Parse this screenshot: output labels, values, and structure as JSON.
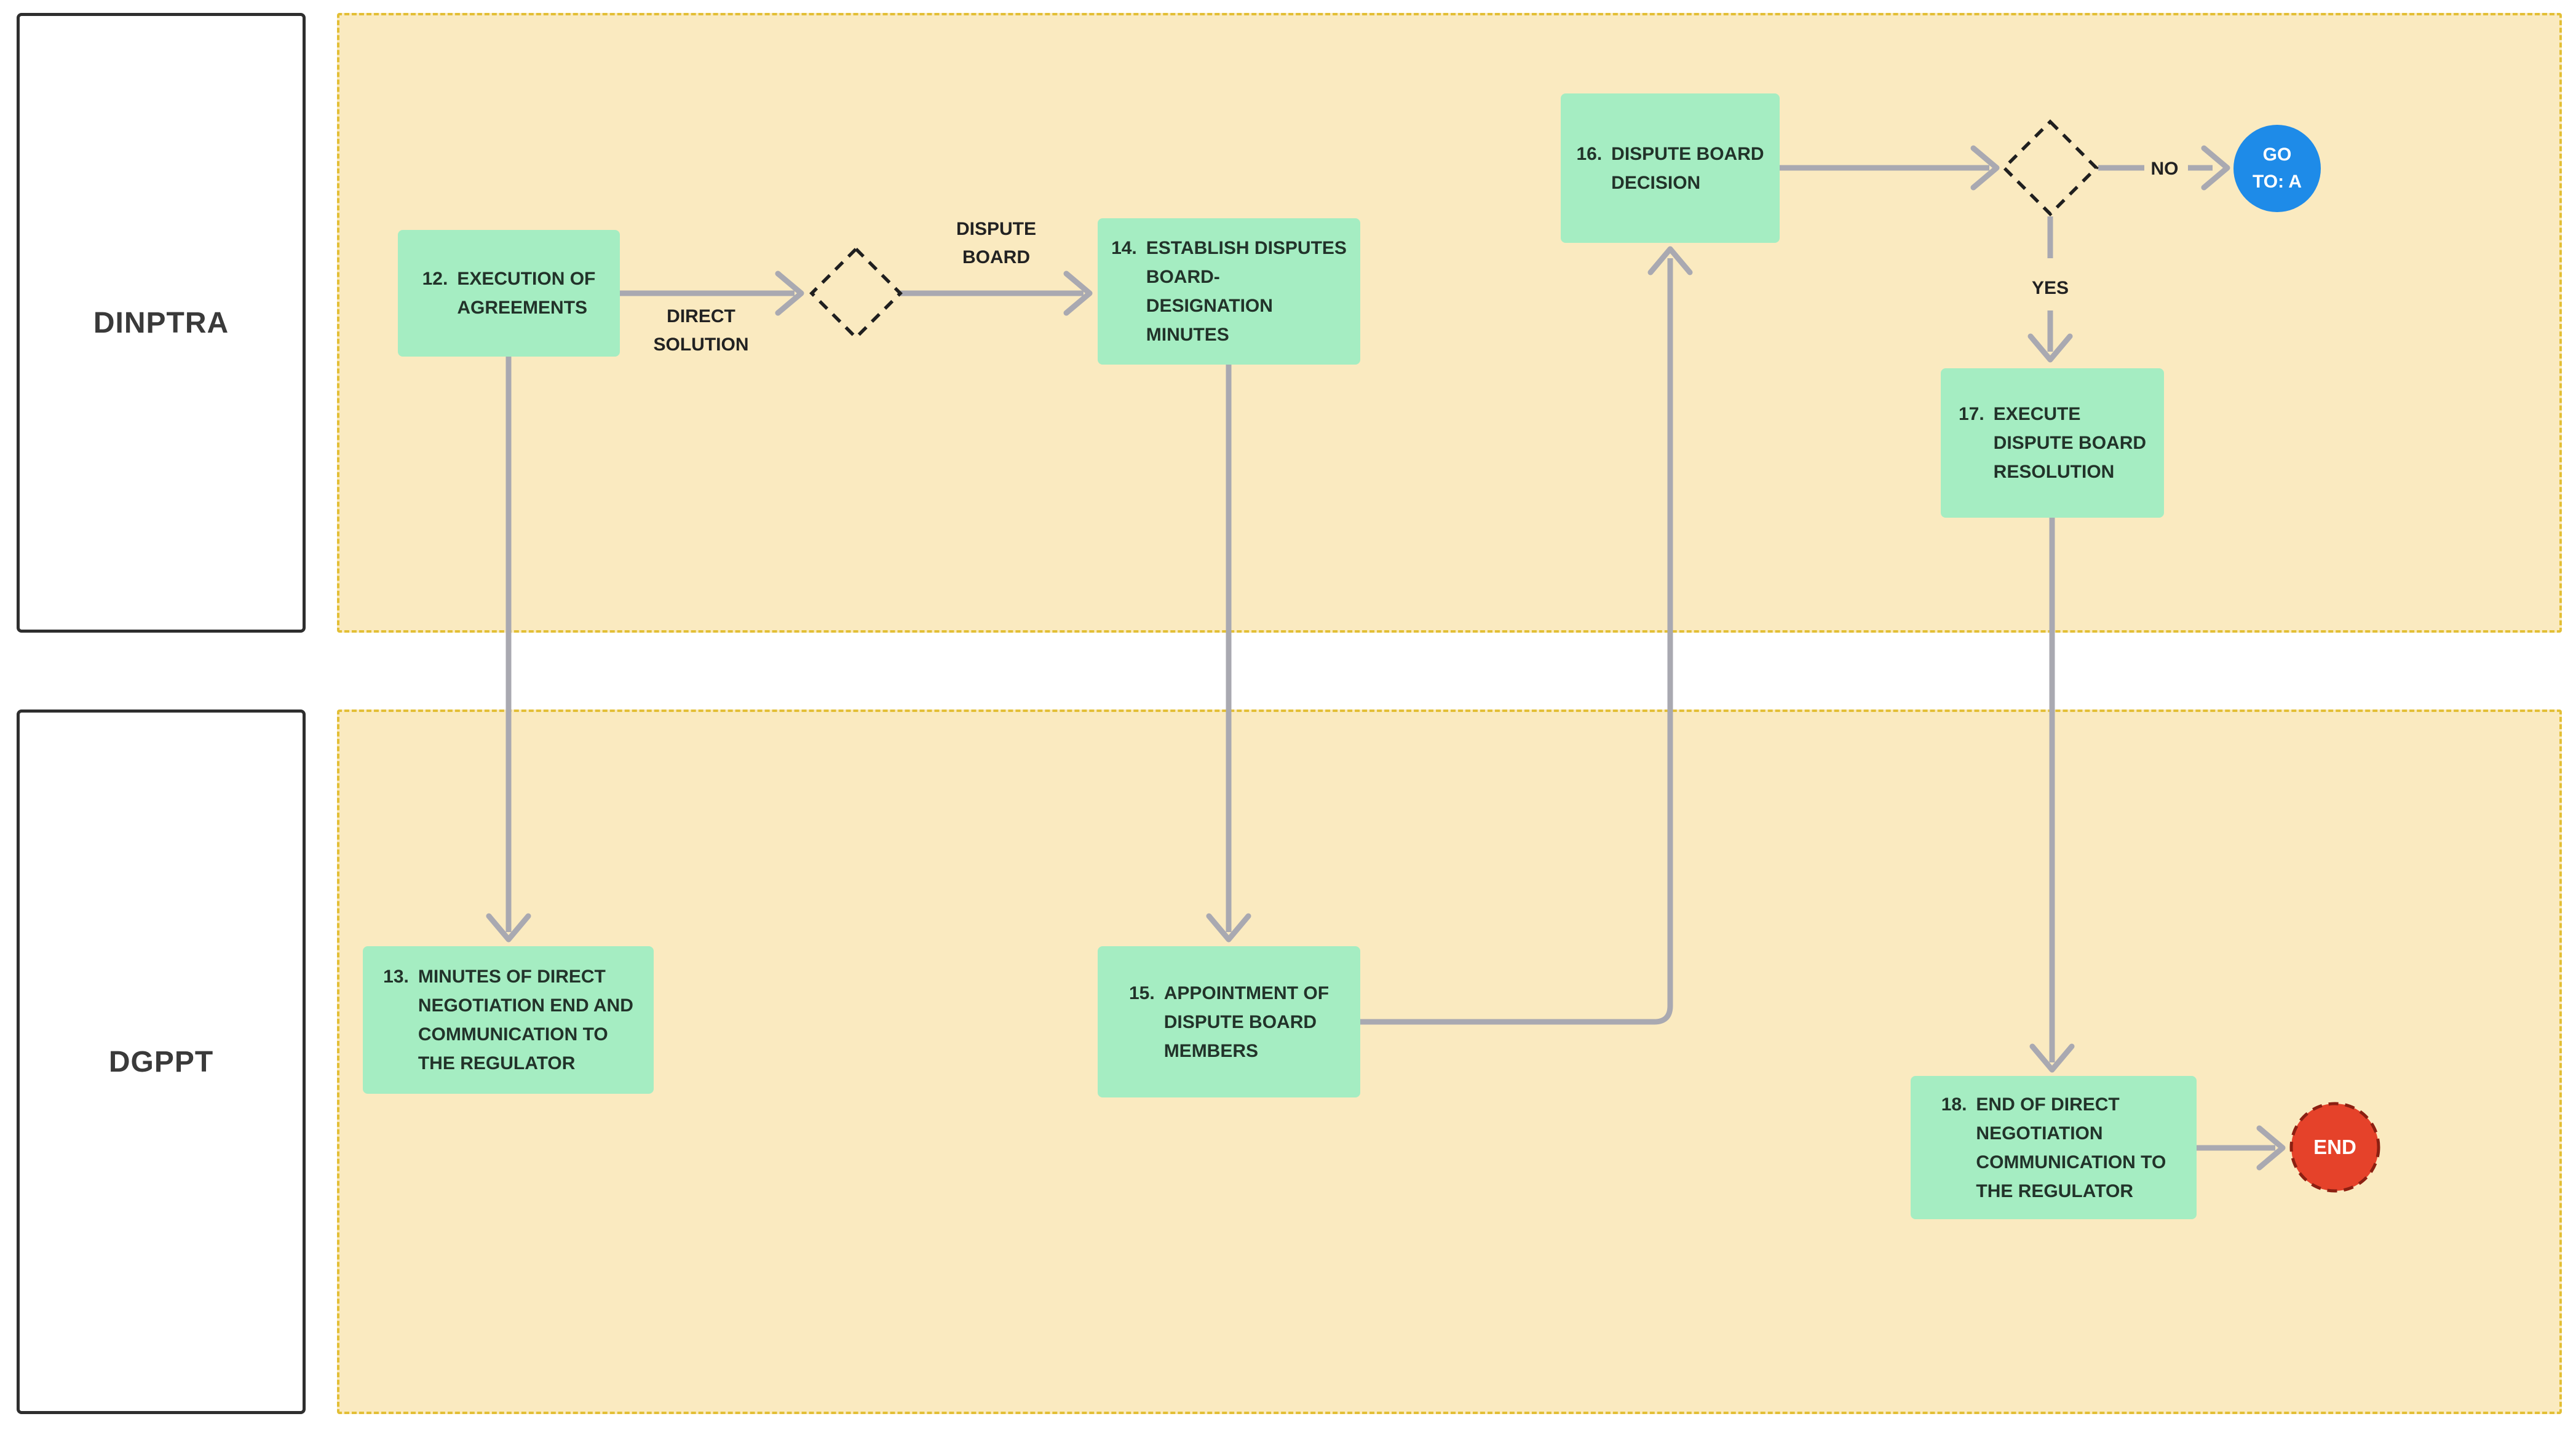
{
  "lanes": [
    {
      "label": "DINPTRA"
    },
    {
      "label": "DGPPT"
    }
  ],
  "nodes": {
    "n12": {
      "number": "12.",
      "text": "EXECUTION OF\nAGREEMENTS"
    },
    "n13": {
      "number": "13.",
      "text": "MINUTES OF DIRECT\nNEGOTIATION END AND\nCOMMUNICATION TO\nTHE REGULATOR"
    },
    "n14": {
      "number": "14.",
      "text": "ESTABLISH DISPUTES\nBOARD-\nDESIGNATION\nMINUTES"
    },
    "n15": {
      "number": "15.",
      "text": "APPOINTMENT OF\nDISPUTE BOARD\nMEMBERS"
    },
    "n16": {
      "number": "16.",
      "text": "DISPUTE BOARD\nDECISION"
    },
    "n17": {
      "number": "17.",
      "text": "EXECUTE\nDISPUTE BOARD\nRESOLUTION"
    },
    "n18": {
      "number": "18.",
      "text": "END OF DIRECT\nNEGOTIATION\nCOMMUNICATION TO\nTHE REGULATOR"
    }
  },
  "edge_labels": {
    "direct_solution": "DIRECT\nSOLUTION",
    "dispute_board": "DISPUTE\nBOARD",
    "no": "NO",
    "yes": "YES"
  },
  "terminals": {
    "goto_a": "GO\nTO: A",
    "end": "END"
  },
  "colors": {
    "lane_fill": "#FAEAC0",
    "lane_border": "#E3BF36",
    "node_fill": "#A5EDC2",
    "node_text": "#22332A",
    "connector": "#A9A9B1",
    "decision_border": "#1F1F1F",
    "goto_fill": "#1E8BE8",
    "end_fill": "#E5422A",
    "end_border": "#8B2012"
  }
}
